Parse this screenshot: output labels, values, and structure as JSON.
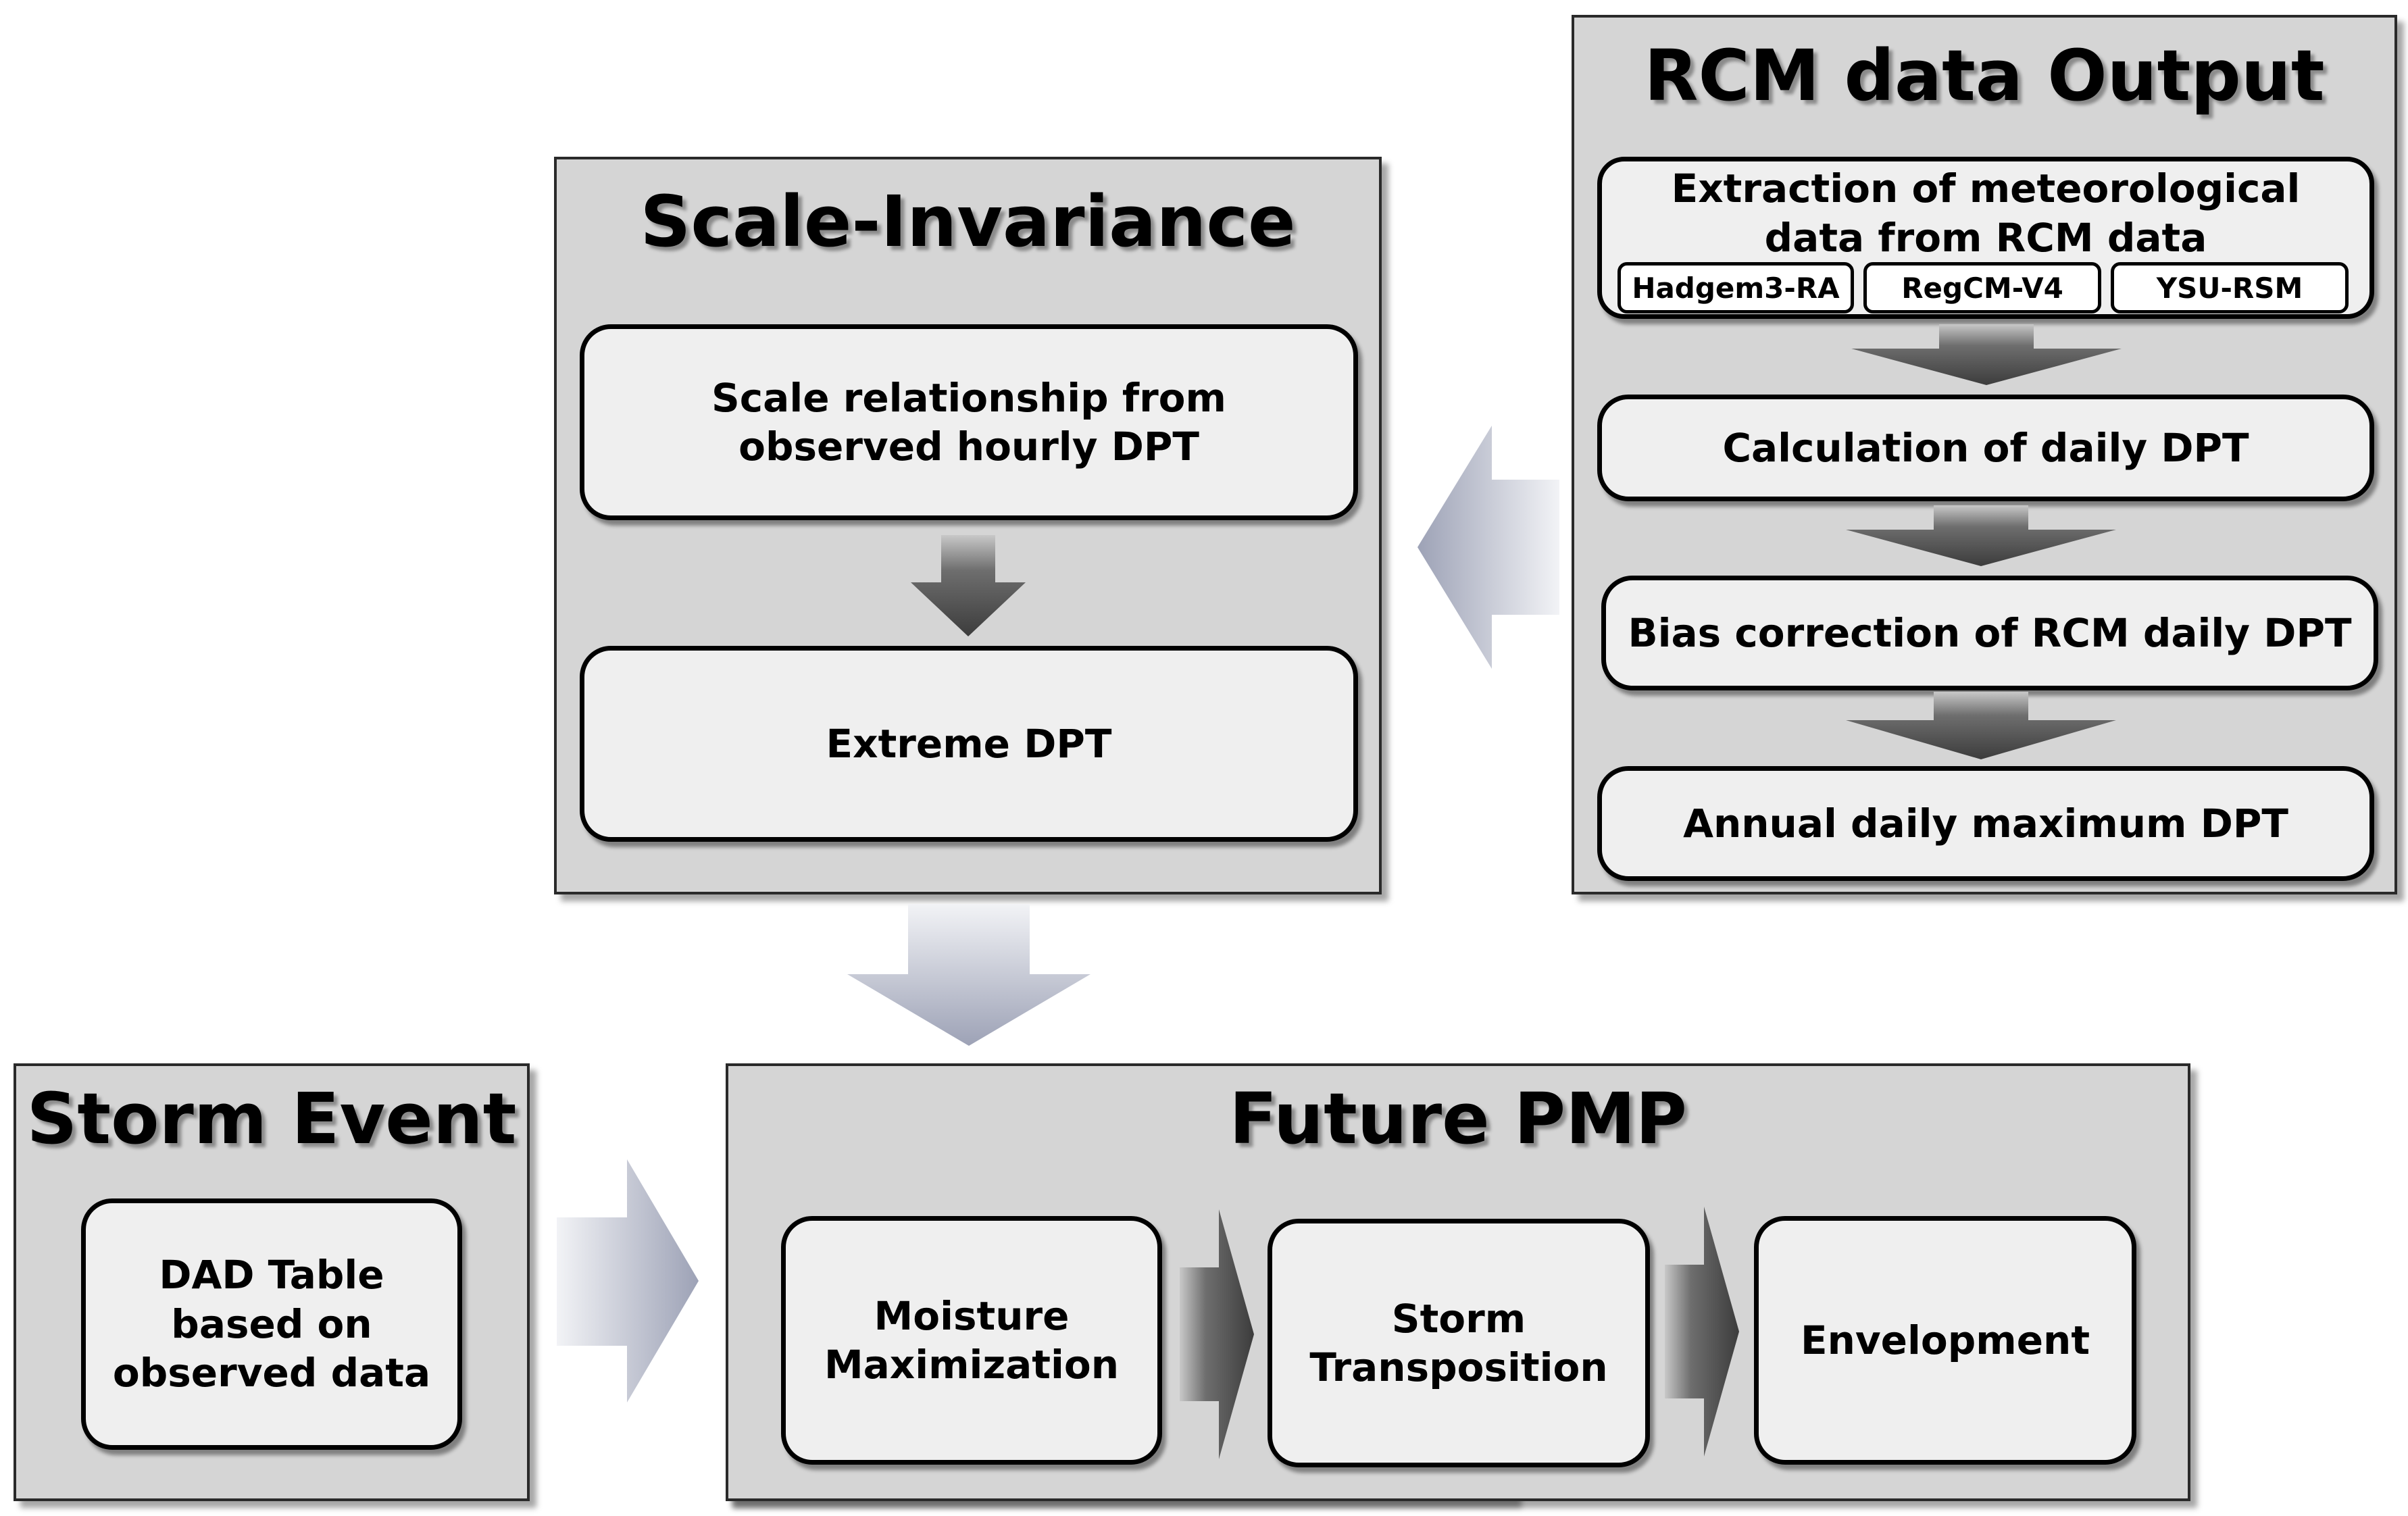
{
  "scale_invariance": {
    "title": "Scale-Invariance",
    "box1": "Scale relationship from\nobserved hourly DPT",
    "box2": "Extreme DPT"
  },
  "rcm_output": {
    "title": "RCM data Output",
    "extraction": "Extraction of meteorological\ndata from RCM data",
    "models": [
      "Hadgem3-RA",
      "RegCM-V4",
      "YSU-RSM"
    ],
    "step1": "Calculation of daily DPT",
    "step2": "Bias correction of RCM daily DPT",
    "step3": "Annual daily maximum DPT"
  },
  "storm_event": {
    "title": "Storm Event",
    "box": "DAD Table\nbased on\nobserved data"
  },
  "future_pmp": {
    "title": "Future PMP",
    "step1": "Moisture\nMaximization",
    "step2": "Storm\nTransposition",
    "step3": "Envelopment"
  },
  "colors": {
    "panel_bg": "#d5d5d5",
    "box_bg": "#efefef",
    "dark_arrow": "#5a5a5a",
    "light_arrow": "#b0b4c4"
  }
}
